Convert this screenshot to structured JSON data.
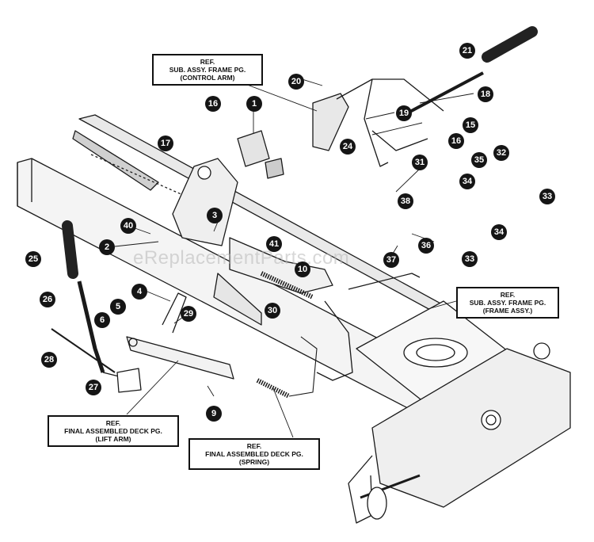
{
  "refs": {
    "control_arm": [
      "REF.",
      "SUB. ASSY. FRAME PG.",
      "(CONTROL ARM)"
    ],
    "frame_assy": [
      "REF.",
      "SUB. ASSY. FRAME PG.",
      "(FRAME ASSY.)"
    ],
    "lift_arm": [
      "REF.",
      "FINAL ASSEMBLED DECK PG.",
      "(LIFT ARM)"
    ],
    "spring": [
      "REF.",
      "FINAL ASSEMBLED DECK PG.",
      "(SPRING)"
    ]
  },
  "callouts": {
    "c1": "1",
    "c2": "2",
    "c3": "3",
    "c4": "4",
    "c5": "5",
    "c6": "6",
    "c9": "9",
    "c10": "10",
    "c15": "15",
    "c16a": "16",
    "c16b": "16",
    "c17": "17",
    "c18": "18",
    "c19": "19",
    "c20": "20",
    "c21": "21",
    "c24": "24",
    "c25": "25",
    "c26": "26",
    "c27": "27",
    "c28": "28",
    "c29": "29",
    "c30": "30",
    "c31": "31",
    "c32": "32",
    "c33a": "33",
    "c33b": "33",
    "c34a": "34",
    "c34b": "34",
    "c35": "35",
    "c36": "36",
    "c37": "37",
    "c38": "38",
    "c40": "40",
    "c41": "41"
  },
  "watermark": "eReplacementParts.com",
  "colors": {
    "ink": "#151515",
    "paper": "#ffffff",
    "shade": "#cfcfcf"
  }
}
